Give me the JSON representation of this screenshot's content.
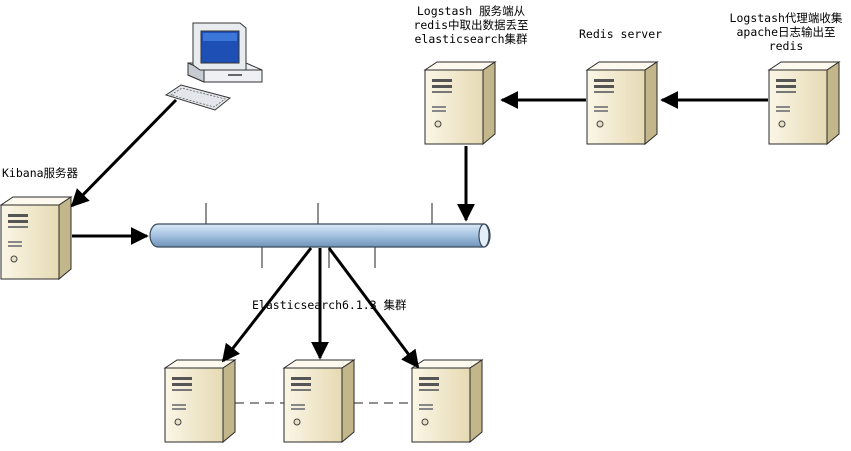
{
  "labels": {
    "kibana": "Kibana服务器",
    "logstash_server_l1": "Logstash 服务端从",
    "logstash_server_l2": "redis中取出数据丢至",
    "logstash_server_l3": "elasticsearch集群",
    "redis": "Redis server",
    "logstash_agent_l1": "Logstash代理端收集",
    "logstash_agent_l2": "apache日志输出至",
    "logstash_agent_l3": "redis",
    "es_cluster": "Elasticsearch6.1.3 集群"
  },
  "colors": {
    "server_body": "#f1e9cf",
    "server_side": "#b8ab7f",
    "server_outline": "#2b2b2b",
    "bus_fill": "#a9c6e4",
    "bus_outline": "#3b4a5a",
    "arrow": "#000000"
  },
  "icons": [
    "server-icon",
    "desktop-computer-icon",
    "network-bus-icon"
  ]
}
